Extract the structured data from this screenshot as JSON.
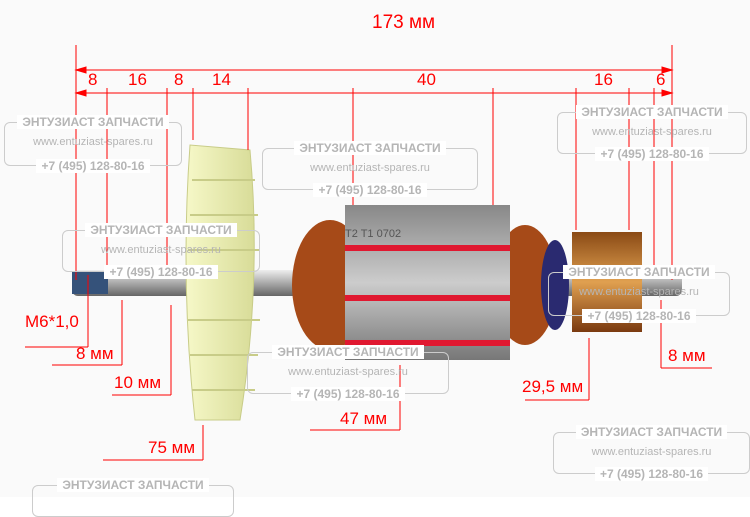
{
  "dimensions": {
    "total_length": "173 мм",
    "segments": [
      "8",
      "16",
      "8",
      "14",
      "40",
      "16",
      "6"
    ],
    "thread": "M6*1,0",
    "shaft_left": "8 мм",
    "bearing_seat": "10 мм",
    "fan_diameter": "75 мм",
    "core_diameter": "47 мм",
    "commutator_diameter": "29,5 мм",
    "shaft_right": "8 мм"
  },
  "watermark": {
    "title": "ЭНТУЗИАСТ ЗАПЧАСТИ",
    "url": "www.entuziast-spares.ru",
    "phone": "+7 (495) 128-80-16"
  },
  "core_marking": "T2 T1 0702",
  "colors": {
    "annotation": "#ff0000",
    "copper": "#b5541c",
    "fan": "#eef0b4"
  }
}
